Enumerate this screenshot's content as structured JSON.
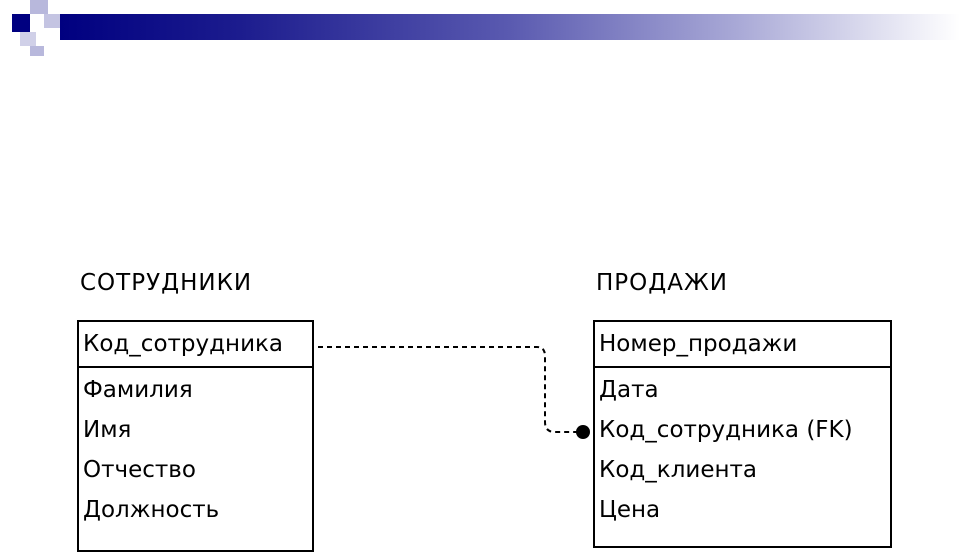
{
  "entities": {
    "employees": {
      "title": "СОТРУДНИКИ",
      "primary_key": "Код_сотрудника",
      "fields": [
        "Фамилия",
        "Имя",
        "Отчество",
        "Должность"
      ]
    },
    "sales": {
      "title": "ПРОДАЖИ",
      "primary_key": "Номер_продажи",
      "fields": [
        "Дата",
        "Код_сотрудника (FK)",
        "Код_клиента",
        "Цена"
      ]
    }
  },
  "relationship": {
    "style": "dashed",
    "end_marker": "filled-dot",
    "from": "employees.primary_key",
    "to": "sales.fields.1"
  },
  "colors": {
    "banner_dark": "#000080",
    "banner_light": "#ffffff"
  }
}
